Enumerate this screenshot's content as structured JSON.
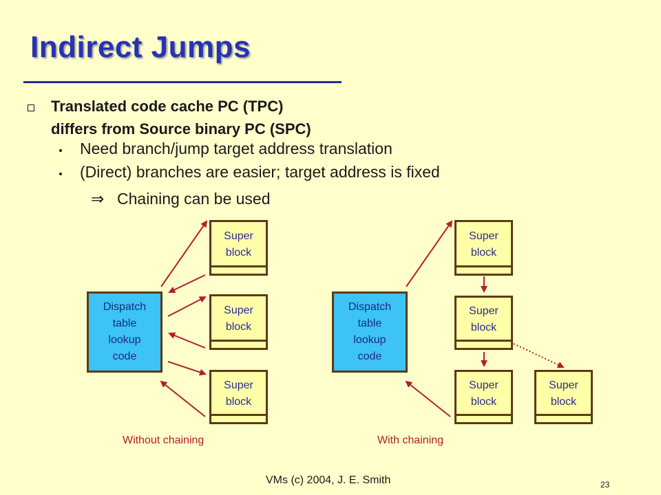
{
  "title": "Indirect Jumps",
  "bullet": {
    "line1": "Translated code cache PC (TPC)",
    "line2": "differs from Source binary PC (SPC)"
  },
  "subbullets": [
    "Need branch/jump target address translation",
    "(Direct) branches are easier; target address is fixed"
  ],
  "implies_text": "Chaining can be used",
  "diagram": {
    "dispatch_label_lines": [
      "Dispatch",
      "table",
      "lookup",
      "code"
    ],
    "superblock_label_lines": [
      "Super",
      "block"
    ],
    "caption_left": "Without chaining",
    "caption_right": "With chaining",
    "colors": {
      "dispatch_fill": "#3DC3F6",
      "superblock_fill": "#FFFFA8",
      "box_border": "#5C3A12",
      "arrow": "#B2202A",
      "caption": "#B2202A"
    }
  },
  "footer": "VMs (c) 2004, J. E. Smith",
  "page_number": "23"
}
